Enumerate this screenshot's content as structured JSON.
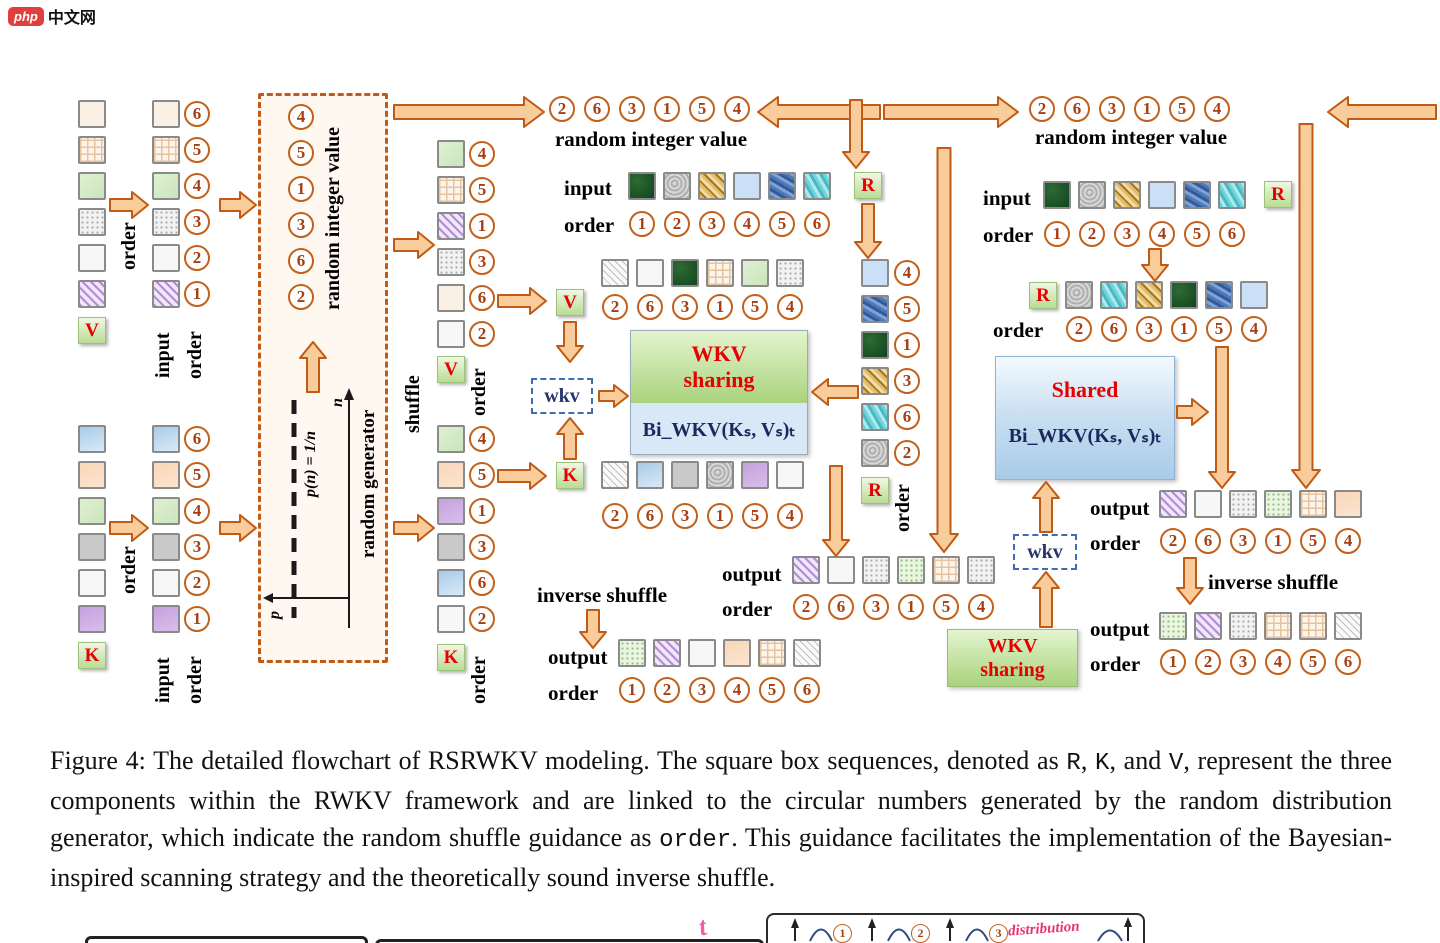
{
  "logo": {
    "badge": "php",
    "site": "中文网"
  },
  "figure": {
    "left_v": {
      "tag": "V",
      "arrow_label": "order",
      "input_label": "input",
      "order_label": "order",
      "input_textures": [
        "blank",
        "grid",
        "green",
        "dots",
        "white",
        "purplehatch"
      ],
      "shuffled_textures": [
        "blank",
        "grid",
        "green",
        "dots",
        "white",
        "purplehatch"
      ],
      "numbers": [
        "6",
        "5",
        "4",
        "3",
        "2",
        "1"
      ]
    },
    "left_k": {
      "tag": "K",
      "arrow_label": "order",
      "input_label": "input",
      "order_label": "order",
      "input_textures": [
        "blue",
        "peach",
        "green",
        "gray",
        "white",
        "purple"
      ],
      "shuffled_textures": [
        "blue",
        "peach",
        "green",
        "gray",
        "white",
        "purple"
      ],
      "numbers": [
        "6",
        "5",
        "4",
        "3",
        "2",
        "1"
      ]
    },
    "generator": {
      "numbers": [
        "4",
        "5",
        "1",
        "3",
        "6",
        "2"
      ],
      "riv_label": "random integer value",
      "gen_label": "random generator",
      "formula": "p(n) = 1/n",
      "axis_n": "n",
      "axis_p": "p"
    },
    "shuffle": {
      "label": "shuffle",
      "v": {
        "tag": "V",
        "order_label": "order",
        "numbers": [
          "4",
          "5",
          "1",
          "3",
          "6",
          "2"
        ],
        "textures": [
          "green",
          "grid",
          "purplehatch",
          "dots",
          "blank",
          "white"
        ]
      },
      "k": {
        "tag": "K",
        "order_label": "order",
        "numbers": [
          "4",
          "5",
          "1",
          "3",
          "6",
          "2"
        ],
        "textures": [
          "green",
          "peach",
          "purple",
          "gray",
          "blue",
          "white"
        ]
      }
    },
    "center": {
      "riv_numbers": [
        "2",
        "6",
        "3",
        "1",
        "5",
        "4"
      ],
      "riv_label": "random integer value",
      "input_label": "input",
      "order_label": "order",
      "input_textures": [
        "darkgreen",
        "graytex",
        "gold",
        "lightblue",
        "bluetex",
        "cyan"
      ],
      "input_numbers": [
        "1",
        "2",
        "3",
        "4",
        "5",
        "6"
      ],
      "r_tag": "R",
      "v_tag": "V",
      "k_tag": "K",
      "v_row": {
        "textures": [
          "hatch",
          "white",
          "darkgreen",
          "grid",
          "green",
          "dots"
        ],
        "numbers": [
          "2",
          "6",
          "3",
          "1",
          "5",
          "4"
        ]
      },
      "k_row": {
        "textures": [
          "hatch",
          "blue",
          "gray",
          "graytex",
          "purple",
          "white"
        ],
        "numbers": [
          "2",
          "6",
          "3",
          "1",
          "5",
          "4"
        ]
      },
      "wkv_label": "wkv",
      "wkv_box": {
        "title": "WKV",
        "subtitle": "sharing",
        "formula": "Bi_WKV(Kₛ, Vₛ)ₜ"
      },
      "r_col": {
        "tag": "R",
        "order_label": "order",
        "textures": [
          "lightblue",
          "bluetex",
          "darkgreen",
          "gold",
          "cyan",
          "graytex"
        ],
        "numbers": [
          "4",
          "5",
          "1",
          "3",
          "6",
          "2"
        ]
      },
      "output1": {
        "label": "output",
        "order_label": "order",
        "textures": [
          "purplehatch",
          "white",
          "dots",
          "greendots",
          "grid",
          "dots"
        ],
        "numbers": [
          "2",
          "6",
          "3",
          "1",
          "5",
          "4"
        ]
      },
      "inverse_shuffle": "inverse shuffle",
      "output2": {
        "label": "output",
        "order_label": "order",
        "textures": [
          "greendots",
          "purplehatch",
          "white",
          "peach",
          "grid",
          "hatch"
        ],
        "numbers": [
          "1",
          "2",
          "3",
          "4",
          "5",
          "6"
        ]
      },
      "wkv_box2": {
        "title": "WKV",
        "subtitle": "sharing"
      },
      "wkv_label2": "wkv"
    },
    "right": {
      "riv_numbers": [
        "2",
        "6",
        "3",
        "1",
        "5",
        "4"
      ],
      "riv_label": "random integer value",
      "input_label": "input",
      "order_label": "order",
      "input_textures": [
        "darkgreen",
        "graytex",
        "gold",
        "lightblue",
        "bluetex",
        "cyan"
      ],
      "input_numbers": [
        "1",
        "2",
        "3",
        "4",
        "5",
        "6"
      ],
      "r_tag": "R",
      "r_row": {
        "tag": "R",
        "order_label": "order",
        "textures": [
          "graytex",
          "cyan",
          "gold",
          "darkgreen",
          "bluetex",
          "lightblue"
        ],
        "numbers": [
          "2",
          "6",
          "3",
          "1",
          "5",
          "4"
        ]
      },
      "shared_box": {
        "title": "Shared",
        "formula": "Bi_WKV(Kₛ, Vₛ)ₜ"
      },
      "output1": {
        "label": "output",
        "order_label": "order",
        "textures": [
          "purplehatch",
          "white",
          "dots",
          "greendots",
          "grid",
          "peach"
        ],
        "numbers": [
          "2",
          "6",
          "3",
          "1",
          "5",
          "4"
        ]
      },
      "inverse_shuffle": "inverse shuffle",
      "output2": {
        "label": "output",
        "order_label": "order",
        "textures": [
          "greendots",
          "purplehatch",
          "dots",
          "grid",
          "grid",
          "hatch"
        ],
        "numbers": [
          "1",
          "2",
          "3",
          "4",
          "5",
          "6"
        ]
      }
    }
  },
  "caption": {
    "segments": [
      "Figure 4: The detailed flowchart of RSRWKV modeling. The square box sequences, denoted as ",
      "R",
      ", ",
      "K",
      ", and ",
      "V",
      ", represent the three components within the RWKV framework and are linked to the circular numbers generated by the random distribution generator, which indicate the random shuffle guidance as ",
      "order",
      ". This guidance facilitates the implementation of the Bayesian-inspired scanning strategy and the theoretically sound inverse shuffle."
    ]
  },
  "bottom": {
    "numbers": [
      "1",
      "2",
      "3"
    ],
    "distribution_label": "distribution",
    "pink_mark": "t"
  }
}
